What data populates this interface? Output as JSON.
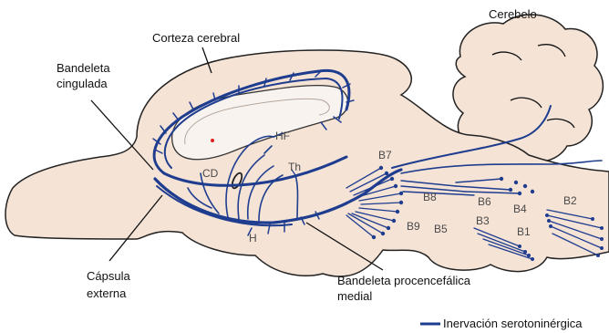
{
  "labels": {
    "cerebelo": "Cerebelo",
    "corteza": "Corteza cerebral",
    "bandeleta_cingulada_1": "Bandeleta",
    "bandeleta_cingulada_2": "cingulada",
    "capsula_1": "Cápsula",
    "capsula_2": "externa",
    "bandeleta_proc_1": "Bandeleta procencefálica",
    "bandeleta_proc_2": "medial"
  },
  "regions": {
    "HF": "HF",
    "CD": "CD",
    "Th": "Th",
    "H": "H"
  },
  "nuclei": [
    "B7",
    "B8",
    "B6",
    "B4",
    "B9",
    "B5",
    "B3",
    "B2",
    "B1"
  ],
  "legend": {
    "label": "Inervación serotoninérgica",
    "color": "#1f3d8f"
  },
  "colors": {
    "tissue": "#f5e3d6",
    "ventricle": "#f8f3ef",
    "fibers": "#1f3d8f",
    "outline": "#222222"
  }
}
